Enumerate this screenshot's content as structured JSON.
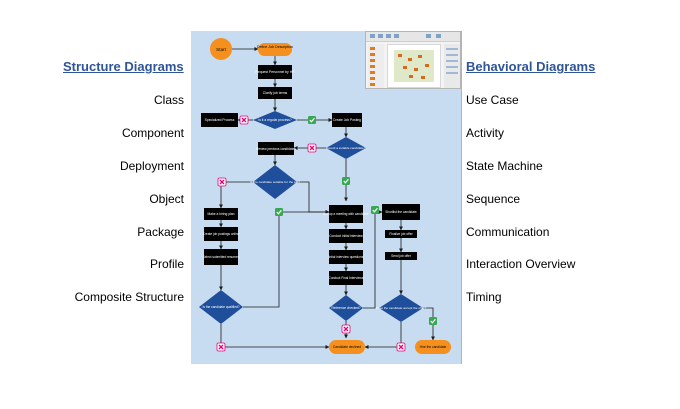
{
  "structure": {
    "heading": "Structure  Diagrams",
    "items": [
      "Class",
      "Component",
      "Deployment",
      "Object",
      "Package",
      "Profile",
      "Composite Structure"
    ]
  },
  "behavioral": {
    "heading": "Behavioral Diagrams",
    "items": [
      "Use Case",
      "Activity",
      "State Machine",
      "Sequence",
      "Communication",
      "Interaction Overview",
      "Timing"
    ]
  },
  "flowchart": {
    "start": "Start",
    "define": "Define Job Description",
    "request": "Request Personnel by HR",
    "clarify": "Clarify job terms",
    "q_regular": "Is it a regular process?",
    "specialized": "Specialized Process",
    "create_posting": "Create Job Posting",
    "review": "Review previous candidates",
    "q_found": "Found a suitable candidate?",
    "q_suitable": "Is the candidate suitable for the job?",
    "make_hiring": "Make a hiring plan",
    "create_postings": "Create job postings online",
    "select_resumes": "Select submitted resumes",
    "q_qualified": "Is the candidate qualified?",
    "setup_meeting": "Set up a meeting with candidate",
    "initial_interview": "Conduct initial interview",
    "intial_questions": "Intial interview questions",
    "final_interview": "Conduct Final Interviews",
    "q_reference": "Reference checked?",
    "shortlist": "Shortlist the candidate",
    "finalize": "Finalize job offer",
    "send_offer": "Send job offer",
    "q_accepts": "Does the candidate accept the offer?",
    "hire": "Hire the candidate",
    "rejected": "Candidate declined"
  },
  "colors": {
    "heading": "#2f5597",
    "panel": "#c7dcf0",
    "terminal": "#f5901e",
    "process": "#000000",
    "decision": "#1f4e9a",
    "yes": "#36a852",
    "no": "#e6007e"
  }
}
